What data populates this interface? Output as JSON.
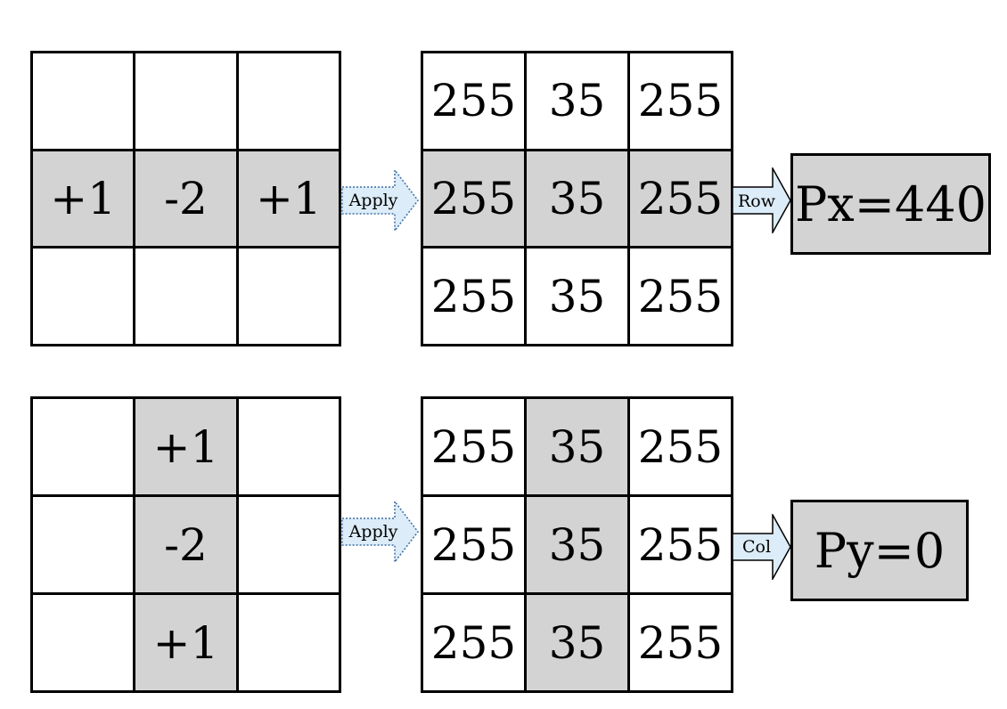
{
  "colors": {
    "highlight": "#d3d3d3",
    "arrow_fill": "#dcecf8",
    "arrow_stroke": "#3a6ea5"
  },
  "rows": [
    {
      "kernel": [
        [
          "",
          "",
          ""
        ],
        [
          "+1",
          "-2",
          "+1"
        ],
        [
          "",
          "",
          ""
        ]
      ],
      "kernel_highlight": [
        [
          false,
          false,
          false
        ],
        [
          true,
          true,
          true
        ],
        [
          false,
          false,
          false
        ]
      ],
      "apply_label": "Apply",
      "image": [
        [
          "255",
          "35",
          "255"
        ],
        [
          "255",
          "35",
          "255"
        ],
        [
          "255",
          "35",
          "255"
        ]
      ],
      "image_highlight": [
        [
          false,
          false,
          false
        ],
        [
          true,
          true,
          true
        ],
        [
          false,
          false,
          false
        ]
      ],
      "op_label": "Row",
      "result": "Px=440"
    },
    {
      "kernel": [
        [
          "",
          "+1",
          ""
        ],
        [
          "",
          "-2",
          ""
        ],
        [
          "",
          "+1",
          ""
        ]
      ],
      "kernel_highlight": [
        [
          false,
          true,
          false
        ],
        [
          false,
          true,
          false
        ],
        [
          false,
          true,
          false
        ]
      ],
      "apply_label": "Apply",
      "image": [
        [
          "255",
          "35",
          "255"
        ],
        [
          "255",
          "35",
          "255"
        ],
        [
          "255",
          "35",
          "255"
        ]
      ],
      "image_highlight": [
        [
          false,
          true,
          false
        ],
        [
          false,
          true,
          false
        ],
        [
          false,
          true,
          false
        ]
      ],
      "op_label": "Col",
      "result": "Py=0"
    }
  ]
}
